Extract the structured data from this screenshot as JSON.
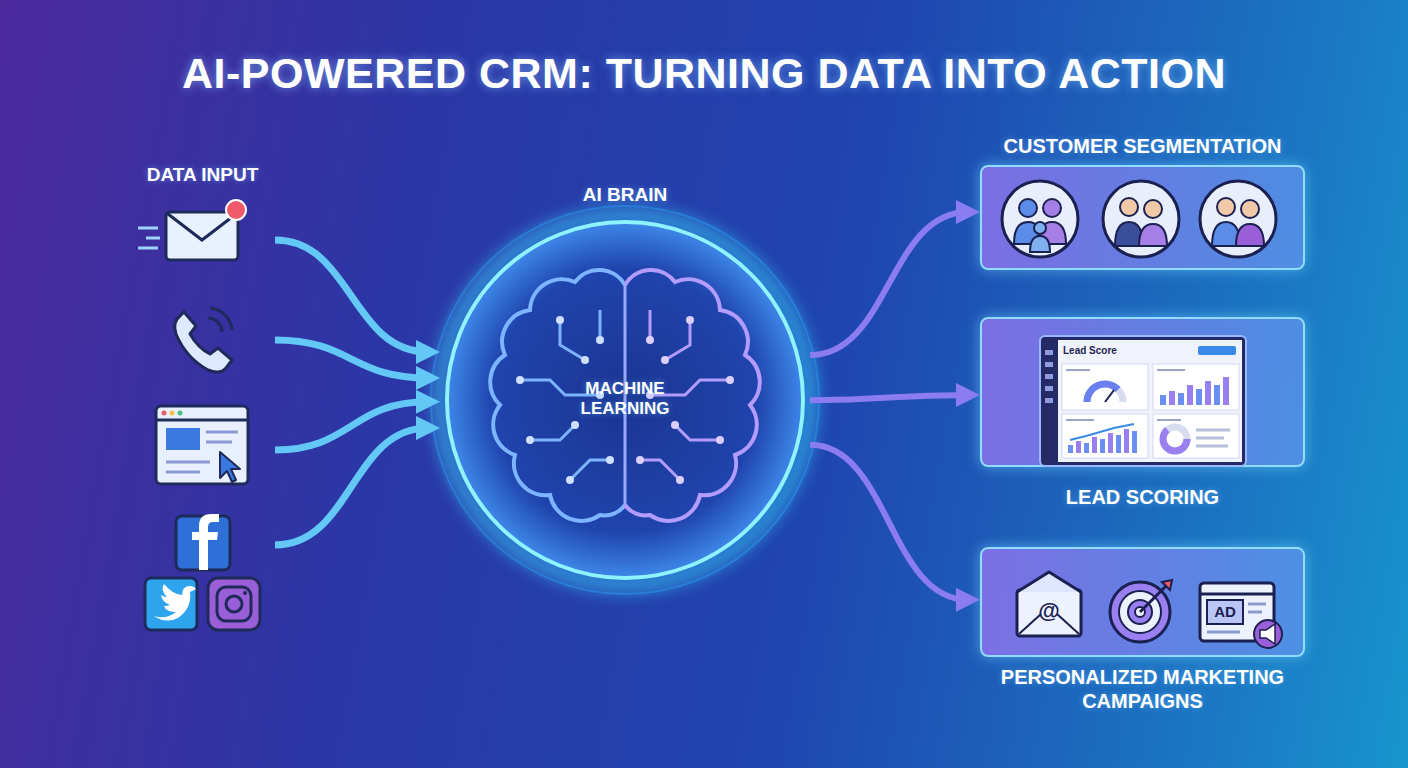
{
  "diagram": {
    "title": "AI-POWERED CRM: TURNING DATA INTO ACTION",
    "nodes": [
      {
        "text": [
          "DATA INPUT"
        ]
      },
      {
        "text": [
          "AI BRAIN",
          "MACHINE LEARNING"
        ]
      },
      {
        "text": [
          "CUSTOMER SEGMENTATION"
        ]
      },
      {
        "text": [
          "LEAD SCORING"
        ]
      },
      {
        "text": [
          "PERSONALIZED MARKETING CAMPAIGNS"
        ]
      }
    ],
    "edges": [
      {
        "from": 0,
        "to": 1,
        "arrow": "to"
      },
      {
        "from": 0,
        "to": 1,
        "arrow": "to"
      },
      {
        "from": 0,
        "to": 1,
        "arrow": "to"
      },
      {
        "from": 0,
        "to": 1,
        "arrow": "to"
      },
      {
        "from": 1,
        "to": 2,
        "arrow": "to"
      },
      {
        "from": 1,
        "to": 3,
        "arrow": "to"
      },
      {
        "from": 1,
        "to": 4,
        "arrow": "to"
      }
    ],
    "labels": [
      "Lead Score",
      "@",
      "AD"
    ]
  }
}
